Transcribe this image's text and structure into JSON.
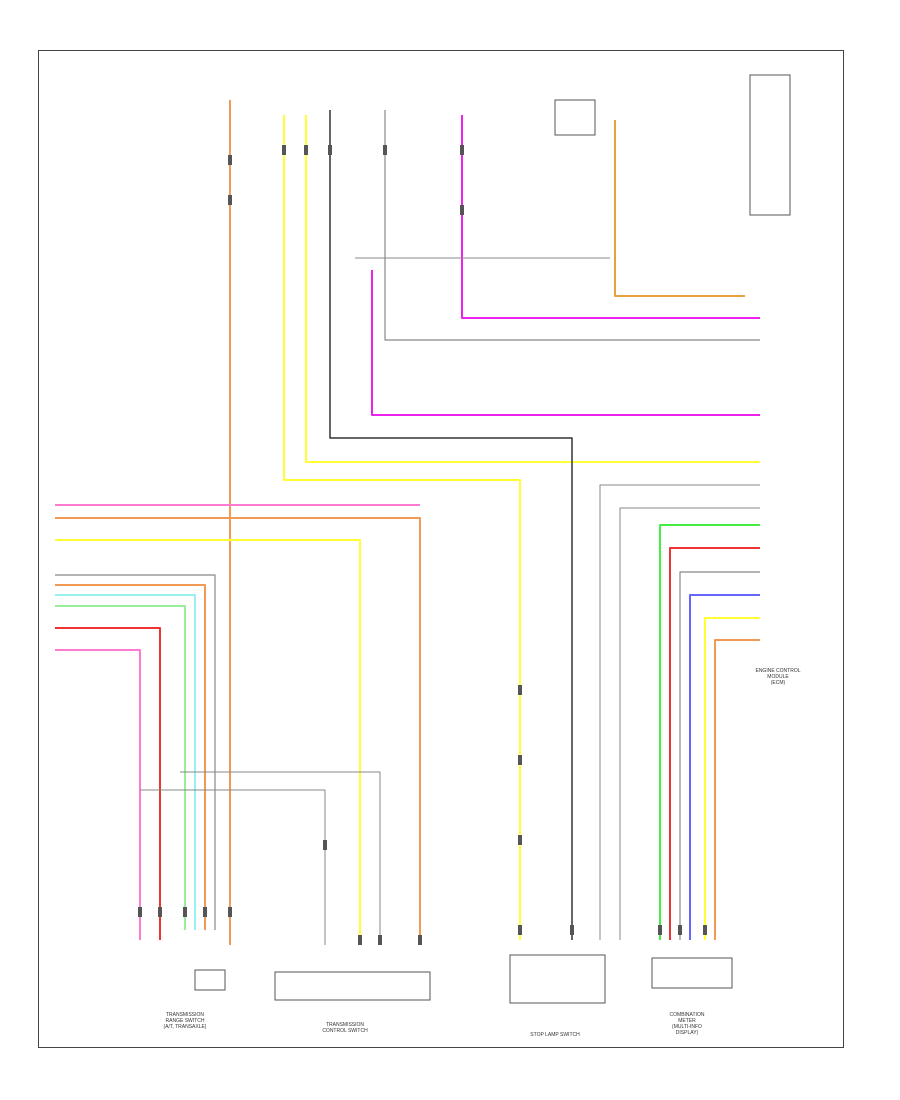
{
  "diagram": {
    "footer_code": "",
    "components": [
      {
        "id": "transmission-range-switch",
        "label": "TRANSMISSION\nRANGE SWITCH\n(A/T, TRANSAXLE)"
      },
      {
        "id": "transmission-control-switch",
        "label": "TRANSMISSION\nCONTROL SWITCH"
      },
      {
        "id": "stop-lamp-switch",
        "label": "STOP LAMP SWITCH"
      },
      {
        "id": "combination-meter",
        "label": "COMBINATION\nMETER\n(MULTI-INFO\nDISPLAY)"
      },
      {
        "id": "engine-control-module",
        "label": "ENGINE CONTROL\nMODULE\n(ECM)"
      }
    ],
    "wire_colors": {
      "pink": "#ff7ad1",
      "magenta": "#ee22ee",
      "yellow": "#ffff33",
      "orange": "#f09a55",
      "red": "#ee3333",
      "green": "#44ee44",
      "light_green": "#99ee99",
      "cyan": "#99f0f0",
      "blue": "#6666ff",
      "tan": "#e8a040",
      "gray": "#888888",
      "dark": "#333333"
    }
  }
}
